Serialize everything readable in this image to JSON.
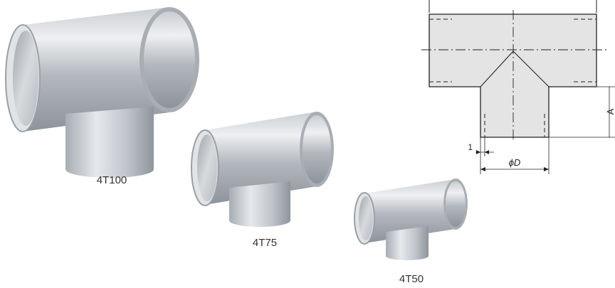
{
  "products": [
    {
      "model": "4T100"
    },
    {
      "model": "4T75"
    },
    {
      "model": "4T50"
    }
  ],
  "drawing": {
    "wall_dim": "1",
    "diameter_label": "ϕD",
    "height_label": "A"
  },
  "colors": {
    "metal_light": "#eef0f2",
    "metal_mid": "#b9bec4",
    "metal_dark": "#8d939a",
    "drawing_fill": "#e4e4e4",
    "line": "#222222"
  }
}
